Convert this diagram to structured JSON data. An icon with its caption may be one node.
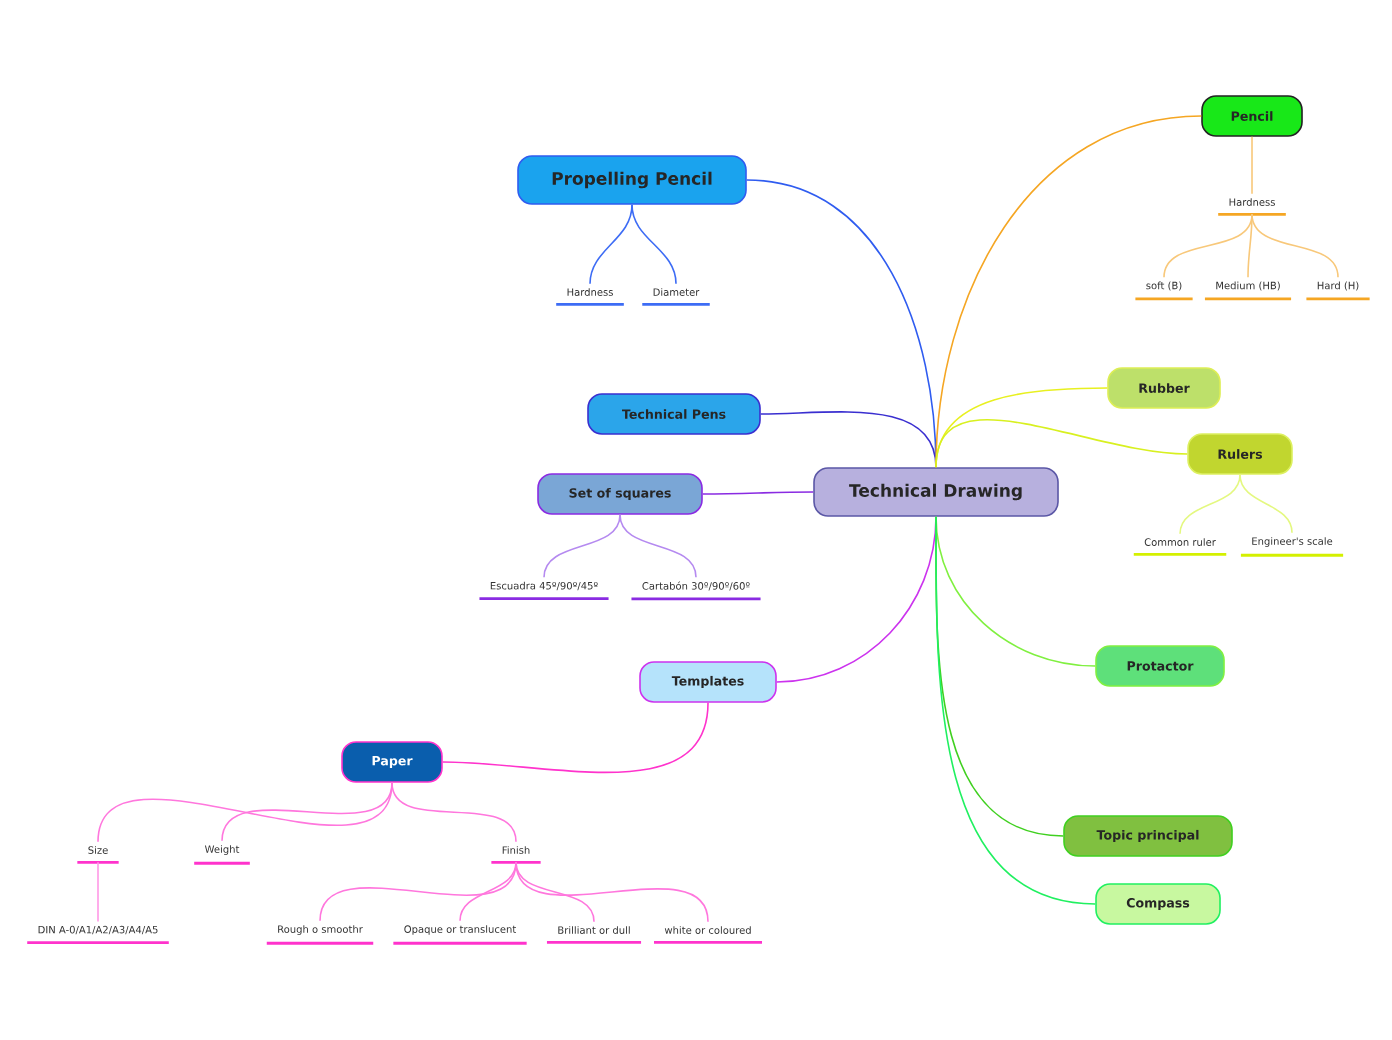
{
  "diagram": {
    "nodes": [
      {
        "text": [
          "Technical Drawing"
        ]
      },
      {
        "text": [
          "Propelling Pencil"
        ]
      },
      {
        "text": [
          "Hardness"
        ]
      },
      {
        "text": [
          "Diameter"
        ]
      },
      {
        "text": [
          "Technical Pens"
        ]
      },
      {
        "text": [
          "Set of squares"
        ]
      },
      {
        "text": [
          "Escuadra 45º/90º/45º"
        ]
      },
      {
        "text": [
          "Cartabón 30º/90º/60º"
        ]
      },
      {
        "text": [
          "Templates"
        ]
      },
      {
        "text": [
          "Paper"
        ]
      },
      {
        "text": [
          "Size"
        ]
      },
      {
        "text": [
          "Weight"
        ]
      },
      {
        "text": [
          "Finish"
        ]
      },
      {
        "text": [
          "DIN A-0/A1/A2/A3/A4/A5"
        ]
      },
      {
        "text": [
          "Rough o smoothr"
        ]
      },
      {
        "text": [
          "Opaque or translucent"
        ]
      },
      {
        "text": [
          "Brilliant or dull"
        ]
      },
      {
        "text": [
          "white or coloured"
        ]
      },
      {
        "text": [
          "Pencil"
        ]
      },
      {
        "text": [
          "Hardness"
        ]
      },
      {
        "text": [
          "soft (B)"
        ]
      },
      {
        "text": [
          "Medium (HB)"
        ]
      },
      {
        "text": [
          "Hard (H)"
        ]
      },
      {
        "text": [
          "Rubber"
        ]
      },
      {
        "text": [
          "Rulers"
        ]
      },
      {
        "text": [
          "Common ruler"
        ]
      },
      {
        "text": [
          "Engineer's scale"
        ]
      },
      {
        "text": [
          "Protactor"
        ]
      },
      {
        "text": [
          "Topic principal"
        ]
      },
      {
        "text": [
          "Compass"
        ]
      }
    ],
    "edges": [
      {
        "from": 0,
        "to": 1,
        "arrow": "none",
        "color": "#2f5cf0"
      },
      {
        "from": 1,
        "to": 2,
        "arrow": "none",
        "color": "#3d6cf5"
      },
      {
        "from": 1,
        "to": 3,
        "arrow": "none",
        "color": "#3d6cf5"
      },
      {
        "from": 0,
        "to": 4,
        "arrow": "none",
        "color": "#3a2fd0"
      },
      {
        "from": 0,
        "to": 5,
        "arrow": "none",
        "color": "#8a2be2"
      },
      {
        "from": 5,
        "to": 6,
        "arrow": "none",
        "color": "#b58af0"
      },
      {
        "from": 5,
        "to": 7,
        "arrow": "none",
        "color": "#b58af0"
      },
      {
        "from": 0,
        "to": 8,
        "arrow": "none",
        "color": "#cc33ee"
      },
      {
        "from": 8,
        "to": 9,
        "arrow": "none",
        "color": "#ff33cc"
      },
      {
        "from": 9,
        "to": 10,
        "arrow": "none",
        "color": "#ff77dd"
      },
      {
        "from": 9,
        "to": 11,
        "arrow": "none",
        "color": "#ff77dd"
      },
      {
        "from": 9,
        "to": 12,
        "arrow": "none",
        "color": "#ff77dd"
      },
      {
        "from": 10,
        "to": 13,
        "arrow": "none",
        "color": "#ff99e6"
      },
      {
        "from": 12,
        "to": 14,
        "arrow": "none",
        "color": "#ff77dd"
      },
      {
        "from": 12,
        "to": 15,
        "arrow": "none",
        "color": "#ff77dd"
      },
      {
        "from": 12,
        "to": 16,
        "arrow": "none",
        "color": "#ff77dd"
      },
      {
        "from": 12,
        "to": 17,
        "arrow": "none",
        "color": "#ff77dd"
      },
      {
        "from": 0,
        "to": 18,
        "arrow": "none",
        "color": "#f5a623"
      },
      {
        "from": 18,
        "to": 19,
        "arrow": "none",
        "color": "#f8c87a"
      },
      {
        "from": 19,
        "to": 20,
        "arrow": "none",
        "color": "#f8c87a"
      },
      {
        "from": 19,
        "to": 21,
        "arrow": "none",
        "color": "#f8c87a"
      },
      {
        "from": 19,
        "to": 22,
        "arrow": "none",
        "color": "#f8c87a"
      },
      {
        "from": 0,
        "to": 23,
        "arrow": "none",
        "color": "#e8f020"
      },
      {
        "from": 0,
        "to": 24,
        "arrow": "none",
        "color": "#d8f020"
      },
      {
        "from": 24,
        "to": 25,
        "arrow": "none",
        "color": "#e4f880"
      },
      {
        "from": 24,
        "to": 26,
        "arrow": "none",
        "color": "#e4f880"
      },
      {
        "from": 0,
        "to": 27,
        "arrow": "none",
        "color": "#80f040"
      },
      {
        "from": 0,
        "to": 28,
        "arrow": "none",
        "color": "#40d020"
      },
      {
        "from": 0,
        "to": 29,
        "arrow": "none",
        "color": "#20f060"
      }
    ]
  }
}
